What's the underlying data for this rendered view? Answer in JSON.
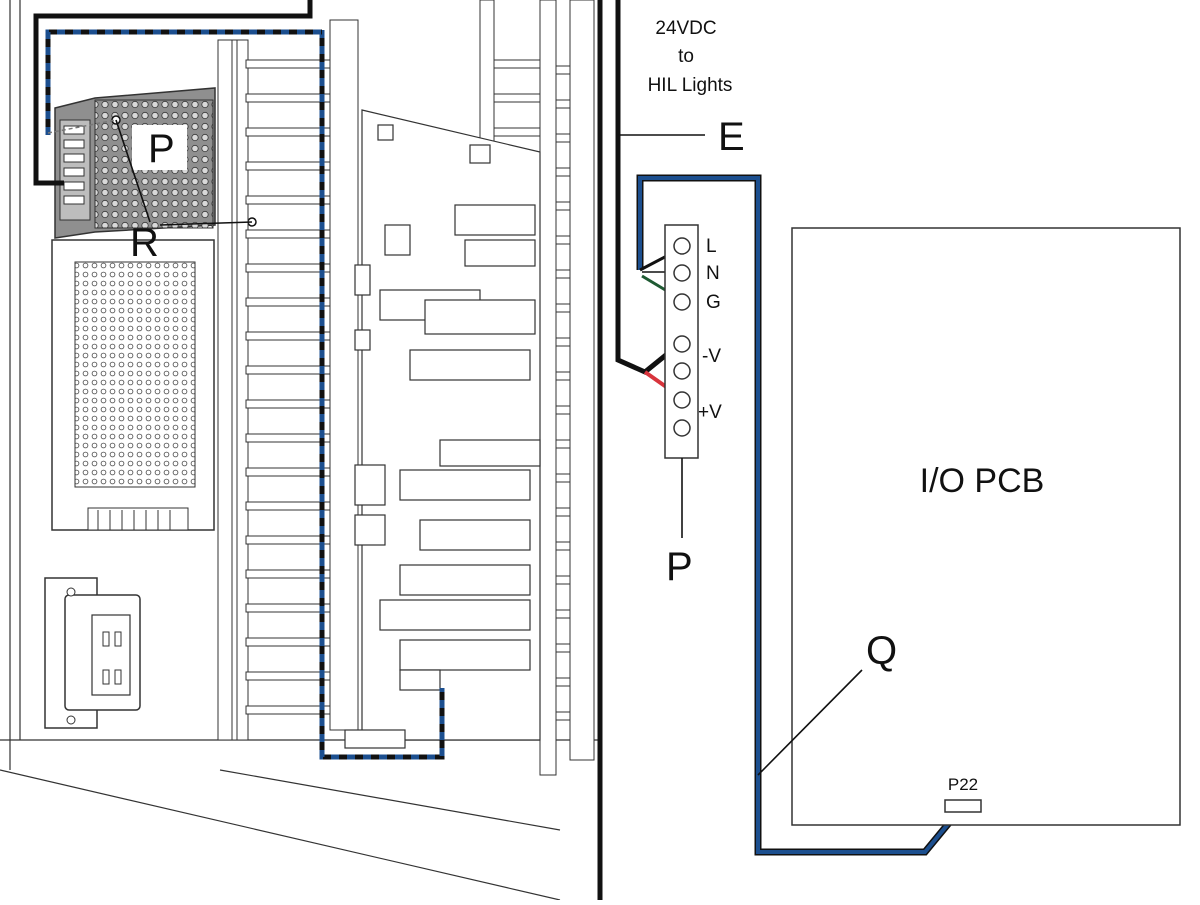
{
  "callouts": {
    "p_upper": "P",
    "r": "R",
    "e": "E",
    "p_lower": "P",
    "q": "Q"
  },
  "note": {
    "line1": "24VDC",
    "line2": "to",
    "line3": "HIL Lights"
  },
  "terminal_block": {
    "labels": [
      "L",
      "N",
      "G",
      "-V",
      "+V"
    ]
  },
  "io_board": {
    "title": "I/O PCB",
    "connector": "P22"
  },
  "colors": {
    "blue_wire": "#1c4f8f",
    "black_wire": "#111111",
    "green_wire": "#1f5a33",
    "red_wire": "#d8343c",
    "psu_fill": "#8f8f8f"
  }
}
